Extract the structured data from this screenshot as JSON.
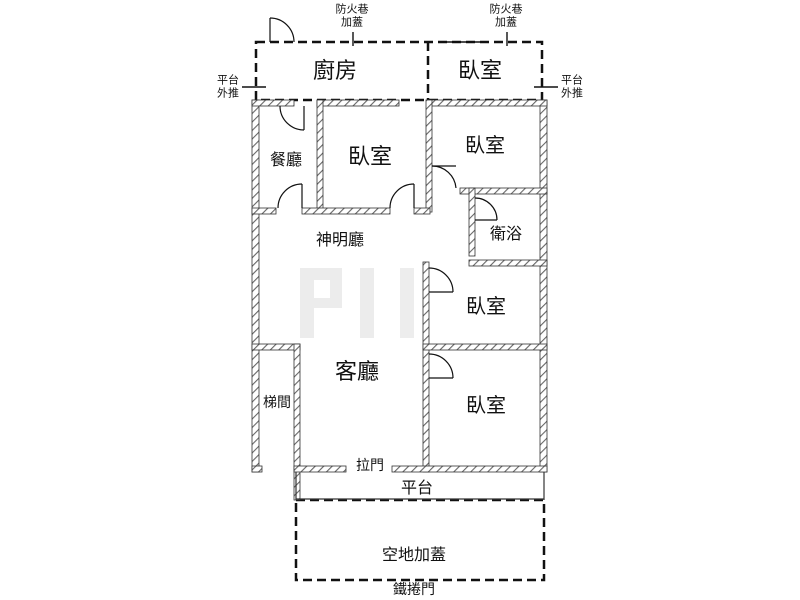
{
  "rooms": {
    "kitchen": "廚房",
    "bedroom_top": "臥室",
    "dining": "餐廳",
    "bedroom_a": "臥室",
    "bedroom_b": "臥室",
    "shrine_hall": "神明廳",
    "bath": "衛浴",
    "bedroom_c": "臥室",
    "living": "客廳",
    "stair": "梯間",
    "bedroom_d": "臥室",
    "platform": "平台",
    "yard": "空地加蓋"
  },
  "notes": {
    "fire_lane_left": [
      "防火巷",
      "加蓋"
    ],
    "fire_lane_right": [
      "防火巷",
      "加蓋"
    ],
    "platform_push_left": [
      "平台",
      "外推"
    ],
    "platform_push_right": [
      "平台",
      "外推"
    ],
    "sliding_door": "拉門",
    "iron_roll_door": "鐵捲門"
  }
}
